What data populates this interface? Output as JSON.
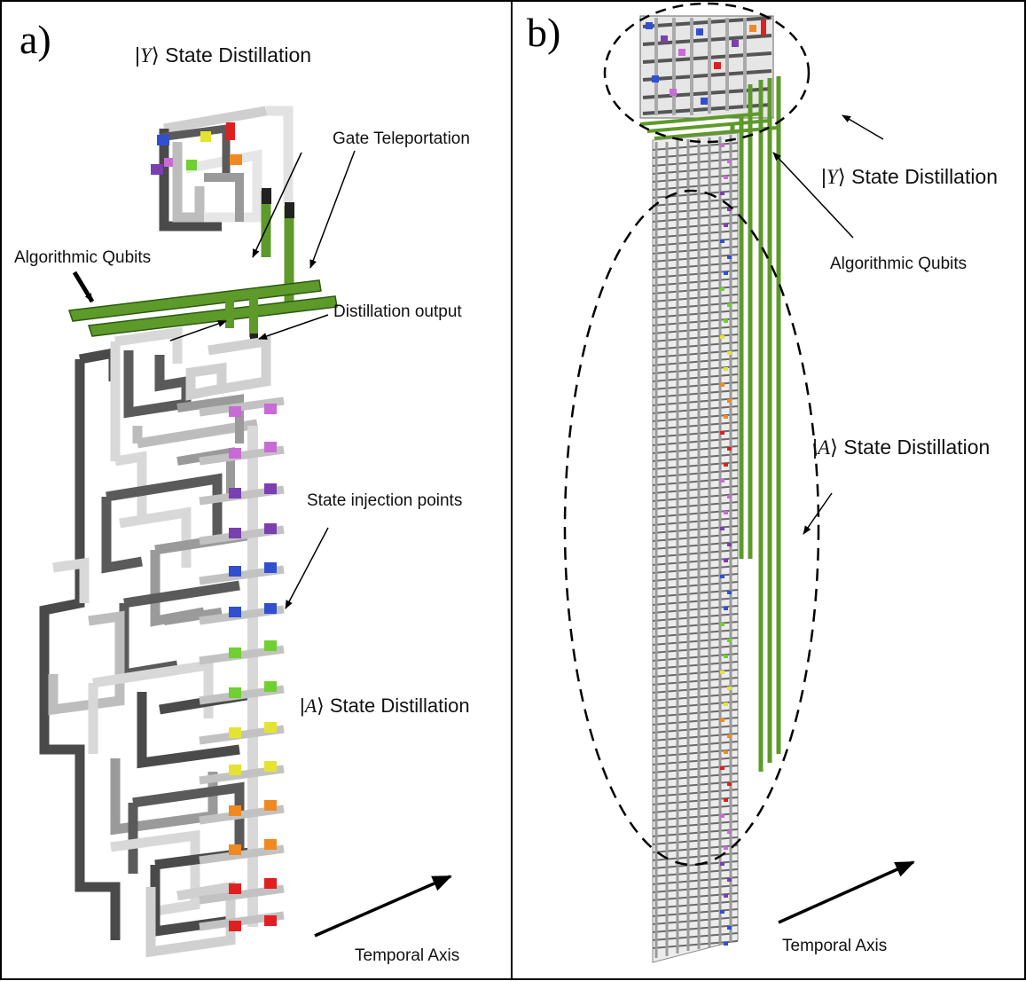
{
  "panels": {
    "a": {
      "letter": "a)",
      "labels": {
        "y_prefix": "|",
        "y_symbol": "Y",
        "y_suffix": "⟩ State Distillation",
        "gate_teleportation": "Gate Teleportation",
        "algorithmic_qubits": "Algorithmic Qubits",
        "distillation_output": "Distillation output",
        "state_injection_points": "State injection points",
        "a_prefix": "|",
        "a_symbol": "A",
        "a_suffix": "⟩ State Distillation",
        "temporal_axis": "Temporal Axis"
      }
    },
    "b": {
      "letter": "b)",
      "labels": {
        "y_prefix": "|",
        "y_symbol": "Y",
        "y_suffix": "⟩ State Distillation",
        "algorithmic_qubits": "Algorithmic Qubits",
        "a_prefix": "|",
        "a_symbol": "A",
        "a_suffix": "⟩ State Distillation",
        "temporal_axis": "Temporal Axis"
      }
    }
  },
  "colors": {
    "frame": "#000000",
    "light_pipe": "#d8d8d8",
    "mid_pipe": "#9a9a9a",
    "dark_pipe": "#4a4a4a",
    "green_pipe": "#5d9a2a",
    "injection": [
      "#c86bd6",
      "#7a3fb0",
      "#3050d0",
      "#6fd030",
      "#e4e430",
      "#f08a20",
      "#e02020"
    ]
  }
}
